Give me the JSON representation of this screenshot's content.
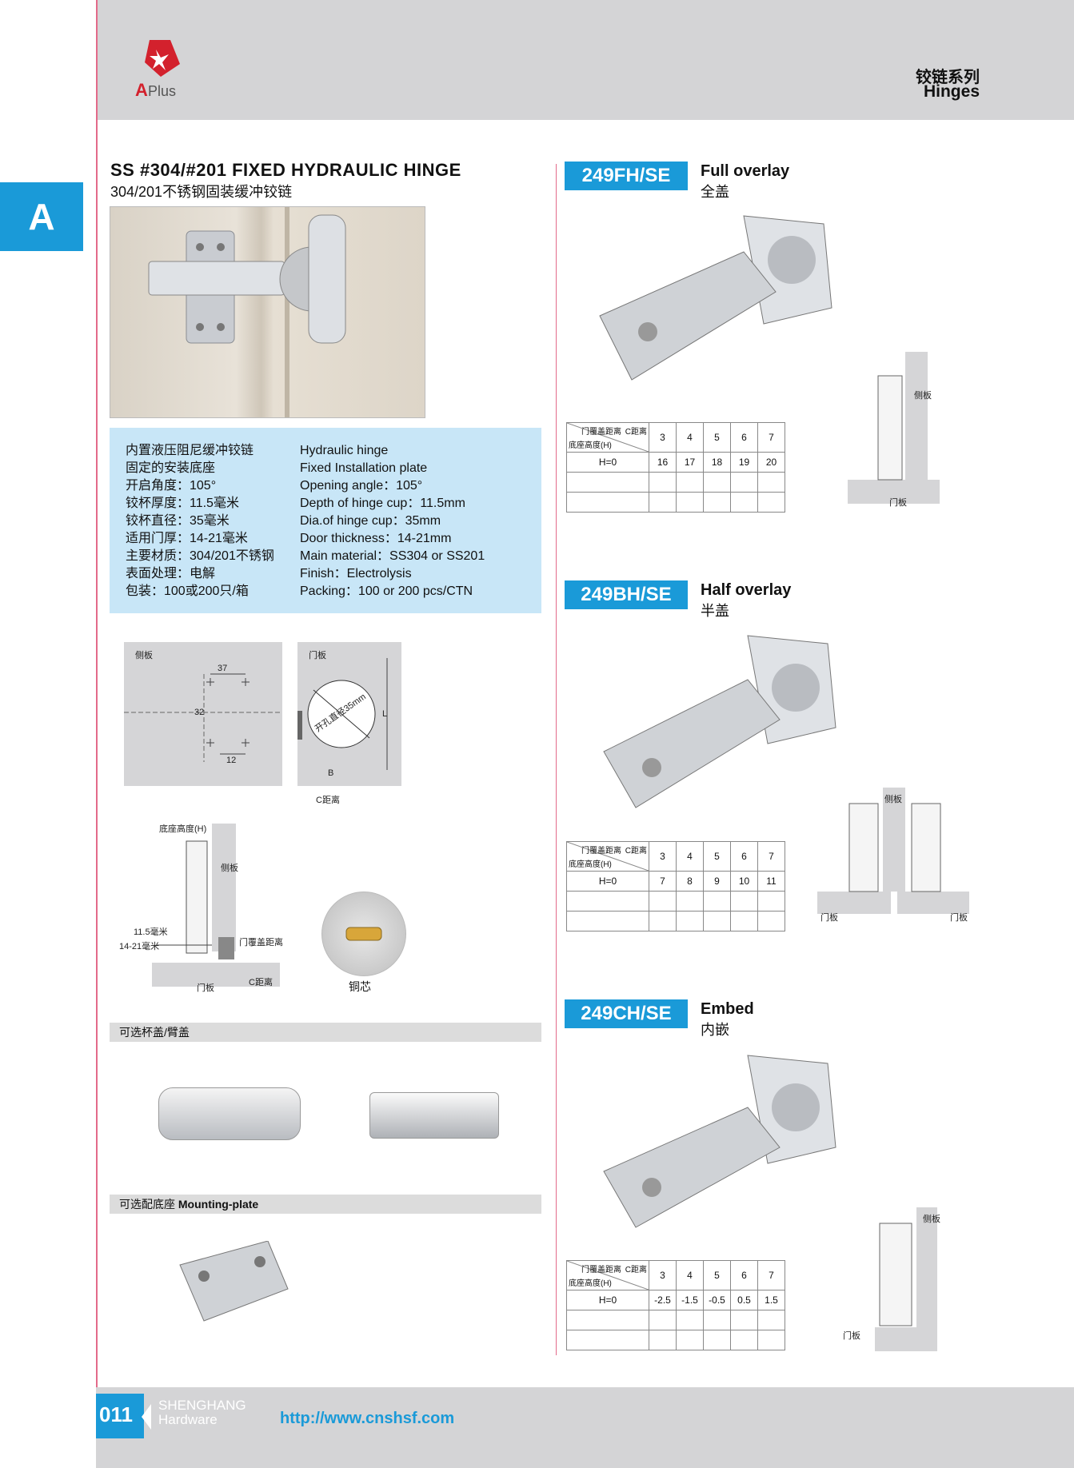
{
  "header": {
    "brand_logo_text": "A Plus",
    "category_cn": "铰链系列",
    "category_en": "Hinges"
  },
  "side_tab": {
    "letter": "A"
  },
  "product": {
    "title_en": "SS #304/#201 FIXED HYDRAULIC HINGE",
    "title_cn": "304/201不锈钢固装缓冲铰链"
  },
  "specs_cn": [
    "内置液压阻尼缓冲铰链",
    "固定的安装底座",
    "开启角度：105°",
    "铰杯厚度：11.5毫米",
    "铰杯直径：35毫米",
    "适用门厚：14-21毫米",
    "主要材质：304/201不锈钢",
    "表面处理：电解",
    "包装：100或200只/箱"
  ],
  "specs_en": [
    "Hydraulic hinge",
    "Fixed Installation plate",
    "Opening angle：105°",
    "Depth of hinge cup：11.5mm",
    "Dia.of hinge cup：35mm",
    "Door thickness：14-21mm",
    "Main material：SS304 or SS201",
    "Finish：Electrolysis",
    "Packing：100 or 200 pcs/CTN"
  ],
  "drawing": {
    "side_panel": "侧板",
    "door_panel": "门板",
    "dim_37": "37",
    "dim_32": "32",
    "dim_12": "12",
    "hole_dia": "开孔直径35mm",
    "dim_L": "L",
    "dim_B": "B",
    "c_distance": "C距离",
    "base_height": "底座高度(H)",
    "cup_depth": "11.5毫米",
    "door_thick": "14-21毫米",
    "overlay_distance": "门覆盖距离",
    "copper_core": "铜芯"
  },
  "options": {
    "cup_cover": "可选杯盖/臂盖",
    "mounting_cn": "可选配底座",
    "mounting_en": "Mounting-plate"
  },
  "models": [
    {
      "code": "249FH/SE",
      "name_en": "Full overlay",
      "name_cn": "全盖",
      "cols": [
        "3",
        "4",
        "5",
        "6",
        "7"
      ],
      "row_label": "H=0",
      "values": [
        "16",
        "17",
        "18",
        "19",
        "20"
      ]
    },
    {
      "code": "249BH/SE",
      "name_en": "Half overlay",
      "name_cn": "半盖",
      "cols": [
        "3",
        "4",
        "5",
        "6",
        "7"
      ],
      "row_label": "H=0",
      "values": [
        "7",
        "8",
        "9",
        "10",
        "11"
      ]
    },
    {
      "code": "249CH/SE",
      "name_en": "Embed",
      "name_cn": "内嵌",
      "cols": [
        "3",
        "4",
        "5",
        "6",
        "7"
      ],
      "row_label": "H=0",
      "values": [
        "-2.5",
        "-1.5",
        "-0.5",
        "0.5",
        "1.5"
      ]
    }
  ],
  "table_header": {
    "top": "门覆盖距离",
    "c": "C距离",
    "bottom": "底座高度(H)"
  },
  "footer": {
    "page": "011",
    "company_en": "SHENGHANG",
    "company_sub": "Hardware",
    "url": "http://www.cnshsf.com"
  }
}
